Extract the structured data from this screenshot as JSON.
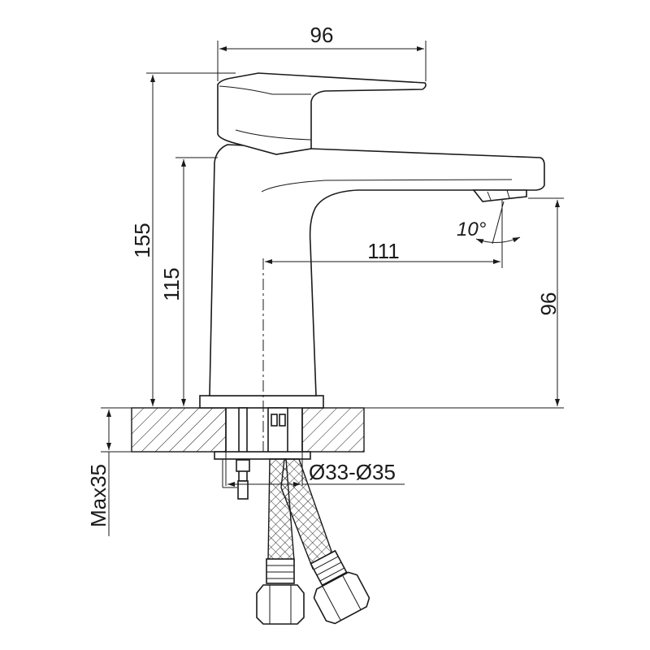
{
  "dimensions": {
    "handle_width": "96",
    "total_height": "155",
    "spout_height": "115",
    "spout_reach": "111",
    "outlet_height": "96",
    "spray_angle": "10°",
    "mounting_hole": "Ø33-Ø35",
    "max_counter_thickness": "Max35"
  },
  "colors": {
    "line": "#1a1a1a",
    "background": "#ffffff"
  }
}
